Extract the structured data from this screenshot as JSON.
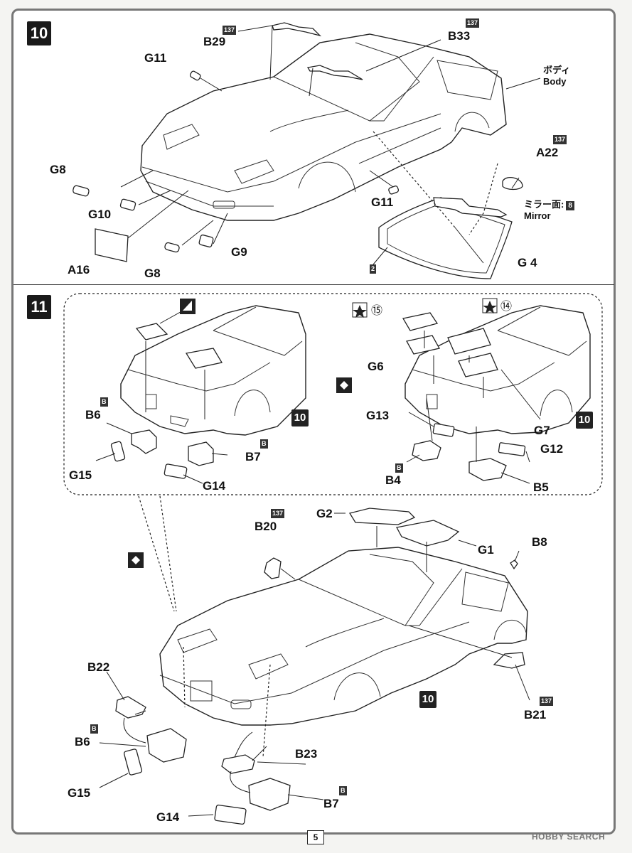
{
  "page": {
    "number": "5",
    "watermark": "HOBBY SEARCH"
  },
  "step10": {
    "number": "10",
    "labels": {
      "b29": "B29",
      "b29_code": "137",
      "b33": "B33",
      "b33_code": "137",
      "g11a": "G11",
      "body_jp": "ボディ",
      "body_en": "Body",
      "g8a": "G8",
      "g10": "G10",
      "a16": "A16",
      "g8b": "G8",
      "g9": "G9",
      "g11b": "G11",
      "a22": "A22",
      "a22_code": "137",
      "mirror_jp": "ミラー面:",
      "mirror_code": "8",
      "mirror_en": "Mirror",
      "g4": "G 4",
      "g4_code": "2"
    }
  },
  "step11": {
    "number": "11",
    "labels": {
      "b6a": "B6",
      "b6a_code": "B",
      "g15a": "G15",
      "b7a": "B7",
      "b7a_code": "B",
      "g14a": "G14",
      "ref10a": "10",
      "ref15": "⑮",
      "ref14": "⑭",
      "g6": "G6",
      "g13": "G13",
      "b4": "B4",
      "b4_code": "B",
      "g7": "G7",
      "ref10b": "10",
      "g12": "G12",
      "b5": "B5",
      "g2": "G2",
      "g1": "G1",
      "b20": "B20",
      "b20_code": "137",
      "b8": "B8",
      "b22": "B22",
      "b6b": "B6",
      "b6b_code": "B",
      "g15b": "G15",
      "b23": "B23",
      "b7b": "B7",
      "b7b_code": "B",
      "g14b": "G14",
      "b21": "B21",
      "b21_code": "137",
      "ref10c": "10"
    }
  }
}
